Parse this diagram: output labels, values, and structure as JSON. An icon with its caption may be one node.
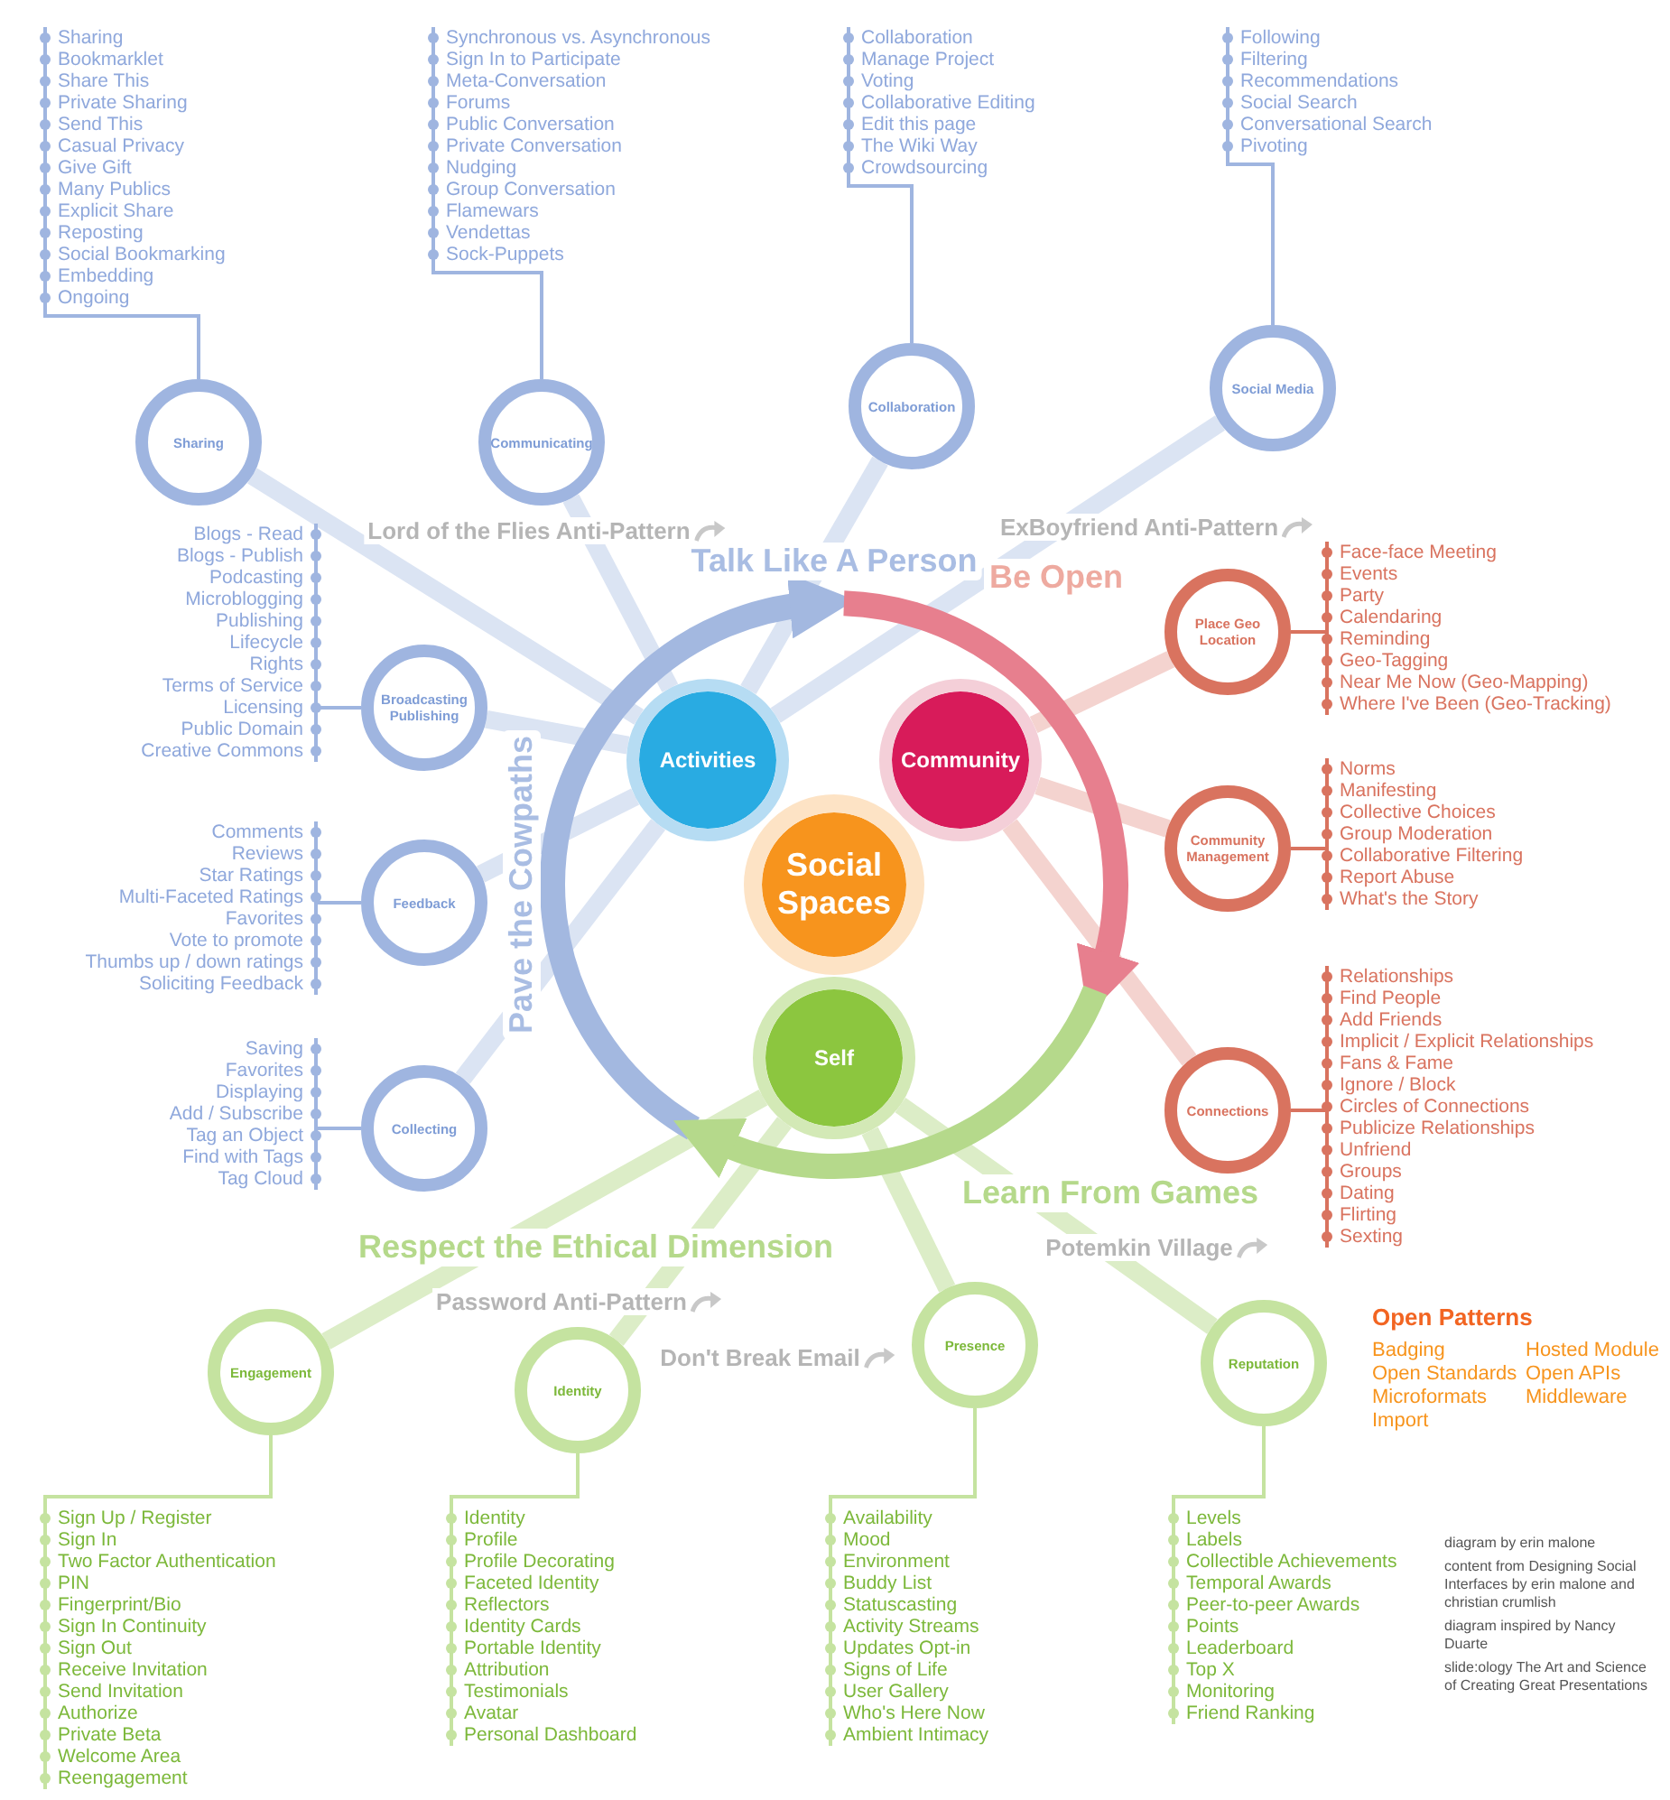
{
  "diagram": {
    "nodes": [
      {
        "text": [
          "Social Spaces"
        ]
      },
      {
        "text": [
          "Activities"
        ]
      },
      {
        "text": [
          "Community"
        ]
      },
      {
        "text": [
          "Self"
        ]
      },
      {
        "text": [
          "Communicating"
        ],
        "beside": [
          "Synchronous vs. Asynchronous",
          "Sign In to Participate",
          "Meta-Conversation",
          "Forums",
          "Public Conversation",
          "Private Conversation",
          "Nudging",
          "Group Conversation",
          "Flamewars",
          "Vendettas",
          "Sock-Puppets"
        ]
      },
      {
        "text": [
          "Collaboration"
        ],
        "beside": [
          "Collaboration",
          "Manage Project",
          "Voting",
          "Collaborative Editing",
          "Edit this page",
          "The Wiki Way",
          "Crowdsourcing"
        ]
      },
      {
        "text": [
          "Social Media"
        ],
        "beside": [
          "Following",
          "Filtering",
          "Recommendations",
          "Social Search",
          "Conversational Search",
          "Pivoting"
        ]
      },
      {
        "text": [
          "Sharing"
        ],
        "beside": [
          "Sharing",
          "Bookmarklet",
          "Share This",
          "Private Sharing",
          "Send This",
          "Casual Privacy",
          "Give Gift",
          "Many Publics",
          "Explicit Share",
          "Reposting",
          "Social Bookmarking",
          "Embedding",
          "Ongoing"
        ]
      },
      {
        "text": [
          "Broadcasting Publishing"
        ],
        "beside": [
          "Blogs - Read",
          "Blogs - Publish",
          "Podcasting",
          "Microblogging",
          "Publishing",
          "Lifecycle",
          "Rights",
          "Terms of Service",
          "Licensing",
          "Public Domain",
          "Creative Commons"
        ]
      },
      {
        "text": [
          "Feedback"
        ],
        "beside": [
          "Comments",
          "Reviews",
          "Star Ratings",
          "Multi-Faceted Ratings",
          "Favorites",
          "Vote to promote",
          "Thumbs up / down ratings",
          "Soliciting Feedback"
        ]
      },
      {
        "text": [
          "Collecting"
        ],
        "beside": [
          "Saving",
          "Favorites",
          "Displaying",
          "Add / Subscribe",
          "Tag an Object",
          "Find with Tags",
          "Tag Cloud"
        ]
      },
      {
        "text": [
          "Place Geo Location"
        ],
        "beside": [
          "Face-face Meeting",
          "Events",
          "Party",
          "Calendaring",
          "Reminding",
          "Geo-Tagging",
          "Near Me Now (Geo-Mapping)",
          "Where I've Been (Geo-Tracking)"
        ]
      },
      {
        "text": [
          "Community Management"
        ],
        "beside": [
          "Norms",
          "Manifesting",
          "Collective Choices",
          "Group Moderation",
          "Collaborative Filtering",
          "Report Abuse",
          "What's the Story"
        ]
      },
      {
        "text": [
          "Connections"
        ],
        "beside": [
          "Relationships",
          "Find People",
          "Add Friends",
          "Implicit / Explicit Relationships",
          "Fans & Fame",
          "Ignore / Block",
          "Circles of Connections",
          "Publicize Relationships",
          "Unfriend",
          "Groups",
          "Dating",
          "Flirting",
          "Sexting"
        ]
      },
      {
        "text": [
          "Reputation"
        ],
        "beside": [
          "Levels",
          "Labels",
          "Collectible Achievements",
          "Temporal Awards",
          "Peer-to-peer Awards",
          "Points",
          "Leaderboard",
          "Top X",
          "Monitoring",
          "Friend Ranking"
        ]
      },
      {
        "text": [
          "Presence"
        ],
        "beside": [
          "Availability",
          "Mood",
          "Environment",
          "Buddy List",
          "Statuscasting",
          "Activity Streams",
          "Updates Opt-in",
          "Signs of Life",
          "User Gallery",
          "Who's Here Now",
          "Ambient Intimacy"
        ]
      },
      {
        "text": [
          "Identity"
        ],
        "beside": [
          "Identity",
          "Profile",
          "Profile Decorating",
          "Faceted Identity",
          "Reflectors",
          "Identity Cards",
          "Portable Identity",
          "Attribution",
          "Testimonials",
          "Avatar",
          "Personal Dashboard"
        ]
      },
      {
        "text": [
          "Engagement"
        ],
        "beside": [
          "Sign Up / Register",
          "Sign In",
          "Two Factor Authentication",
          "PIN",
          "Fingerprint/Bio",
          "Sign In Continuity",
          "Sign Out",
          "Receive Invitation",
          "Send Invitation",
          "Authorize",
          "Private Beta",
          "Welcome Area",
          "Reengagement"
        ]
      }
    ],
    "edges": [
      {
        "from": 1,
        "to": 4,
        "arrow": "none"
      },
      {
        "from": 1,
        "to": 5,
        "arrow": "none"
      },
      {
        "from": 1,
        "to": 6,
        "arrow": "none"
      },
      {
        "from": 1,
        "to": 7,
        "arrow": "none"
      },
      {
        "from": 1,
        "to": 8,
        "arrow": "none"
      },
      {
        "from": 1,
        "to": 9,
        "arrow": "none"
      },
      {
        "from": 1,
        "to": 10,
        "arrow": "none"
      },
      {
        "from": 2,
        "to": 11,
        "arrow": "none",
        "color": "#f4d3cf"
      },
      {
        "from": 2,
        "to": 12,
        "arrow": "none",
        "color": "#f4d3cf"
      },
      {
        "from": 2,
        "to": 13,
        "arrow": "none",
        "color": "#f4d3cf"
      },
      {
        "from": 3,
        "to": 14,
        "arrow": "none",
        "color": "#dcedc7"
      },
      {
        "from": 3,
        "to": 15,
        "arrow": "none",
        "color": "#dcedc7"
      },
      {
        "from": 3,
        "to": 16,
        "arrow": "none",
        "color": "#dcedc7"
      },
      {
        "from": 3,
        "to": 17,
        "arrow": "none",
        "color": "#dcedc7"
      }
    ],
    "labels": [
      "Open Patterns",
      "Badging",
      "Open Standards",
      "Microformats",
      "Import",
      "Hosted Module",
      "Open APIs",
      "Middleware",
      "Talk Like A Person",
      "Be Open",
      "Learn From Games",
      "Respect the Ethical Dimension",
      "Pave the Cowpaths",
      "ExBoyfriend Anti-Pattern",
      "Lord of the Flies Anti-Pattern",
      "Potemkin Village",
      "Password Anti-Pattern",
      "Don't Break Email",
      "diagram by erin malone",
      "content from Designing Social Interfaces by erin malone and christian crumlish",
      "diagram inspired by Nancy Duarte",
      "slide:ology The Art and Science of Creating Great Presentations"
    ]
  }
}
